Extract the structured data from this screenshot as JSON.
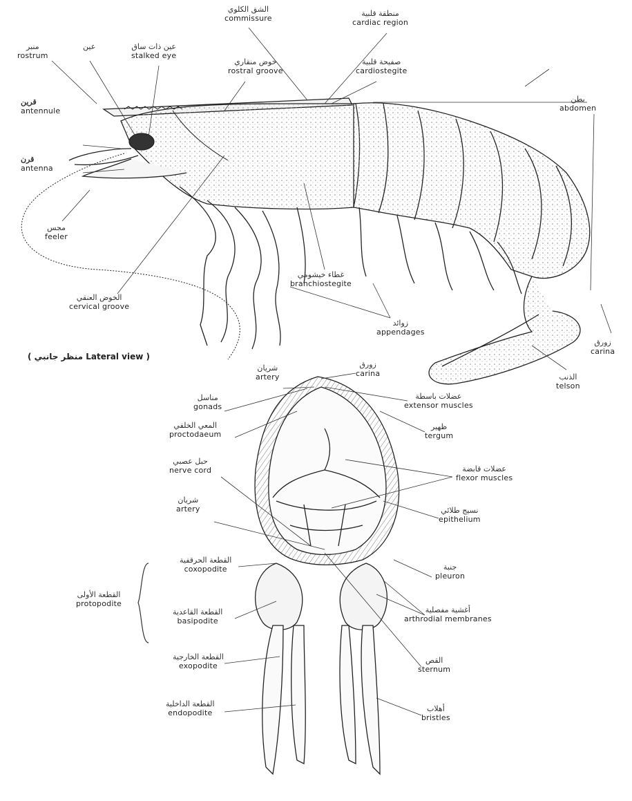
{
  "lateral": {
    "caption": "( منظر جانبي Lateral view )",
    "rostrum": {
      "en": "rostrum",
      "ar": "منبر"
    },
    "eye": {
      "ar": "عين"
    },
    "stalked_eye": {
      "en": "stalked eye",
      "ar": "عين ذات ساق"
    },
    "commissure": {
      "en": "commissure",
      "ar": "الشق الكلوي"
    },
    "rostral_groove": {
      "en": "rostral groove",
      "ar": "خوض منقاري"
    },
    "cardiac_region": {
      "en": "cardiac region",
      "ar": "منطقة قلبية"
    },
    "cardiostegite": {
      "en": "cardiostegite",
      "ar": "صفيحة قلبية"
    },
    "antennule": {
      "en": "antennule",
      "ar": "قرين"
    },
    "antenna": {
      "en": "antenna",
      "ar": "قرن"
    },
    "feeler": {
      "en": "feeler",
      "ar": "مجس"
    },
    "cervical_groove": {
      "en": "cervical groove",
      "ar": "الخوض العنقي"
    },
    "branchiostegite": {
      "en": "branchiostegite",
      "ar": "غطاء خيشومي"
    },
    "appendages": {
      "en": "appendages",
      "ar": "زوائد"
    },
    "abdomen": {
      "en": "abdomen",
      "ar": "بطن"
    },
    "carina": {
      "en": "carina",
      "ar": "زورق"
    },
    "telson": {
      "en": "telson",
      "ar": "الذنب"
    }
  },
  "section": {
    "artery_top": {
      "en": "artery",
      "ar": "شريان"
    },
    "carina": {
      "en": "carina",
      "ar": "زورق"
    },
    "gonads": {
      "en": "gonads",
      "ar": "مناسل"
    },
    "extensor_muscles": {
      "en": "extensor muscles",
      "ar": "عضلات باسطة"
    },
    "proctodaeum": {
      "en": "proctodaeum",
      "ar": "المعي الخلفي"
    },
    "tergum": {
      "en": "tergum",
      "ar": "ظهير"
    },
    "nerve_cord": {
      "en": "nerve cord",
      "ar": "حبل عصبي"
    },
    "flexor_muscles": {
      "en": "flexor muscles",
      "ar": "عضلات قابضة"
    },
    "artery": {
      "en": "artery",
      "ar": "شريان"
    },
    "epithelium": {
      "en": "epithelium",
      "ar": "نسيج طلائي"
    },
    "protopodite": {
      "en": "protopodite",
      "ar": "القطعة الأولى"
    },
    "coxopodite": {
      "en": "coxopodite",
      "ar": "القطعة الحرقفية"
    },
    "pleuron": {
      "en": "pleuron",
      "ar": "جنبة"
    },
    "basipodite": {
      "en": "basipodite",
      "ar": "القطعة القاعدية"
    },
    "arthrodial_membranes": {
      "en": "arthrodial membranes",
      "ar": "أغشية مفصلية"
    },
    "exopodite": {
      "en": "exopodite",
      "ar": "القطعة الخارجية"
    },
    "sternum": {
      "en": "sternum",
      "ar": "القص"
    },
    "endopodite": {
      "en": "endopodite",
      "ar": "القطعة الداخلية"
    },
    "bristles": {
      "en": "bristles",
      "ar": "أهلاب"
    }
  },
  "colors": {
    "ink": "#222222",
    "paper": "#ffffff",
    "shade": "#9a9a9a"
  }
}
